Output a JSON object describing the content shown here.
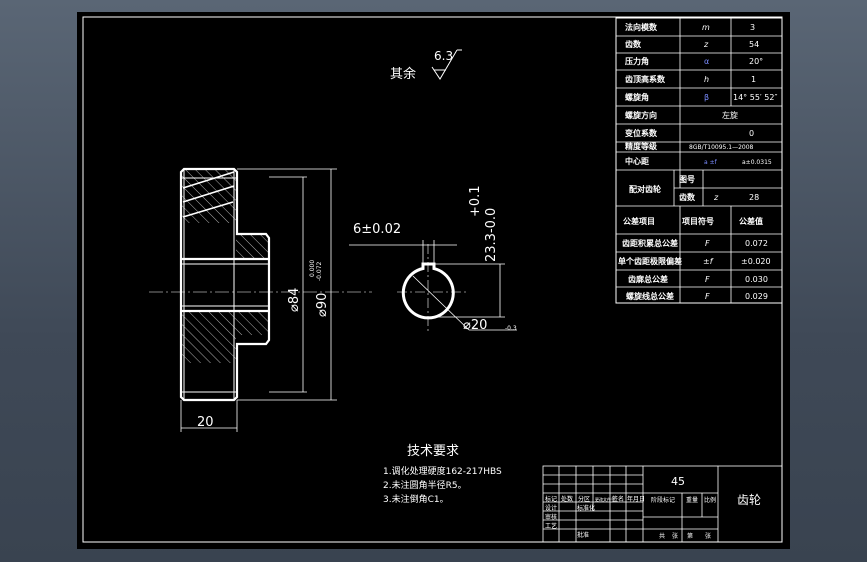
{
  "surface_roughness": {
    "default_label": "其余",
    "value": "6.3"
  },
  "dimensions": {
    "face_width": "20",
    "bore_diameter": "⌀84",
    "tip_diameter": "⌀90",
    "tip_tol_upper": "0.000",
    "tip_tol_lower": "-0.072",
    "keyway_width": "6±0.02",
    "keyway_depth": "23.3-0.0",
    "keyway_depth_tol": "+0.1",
    "shaft_hole": "⌀20",
    "shaft_hole_tol": "-0.3"
  },
  "parameters": [
    {
      "name": "法向模数",
      "symbol": "m",
      "value": "3"
    },
    {
      "name": "齿数",
      "symbol": "z",
      "value": "54"
    },
    {
      "name": "压力角",
      "symbol": "α",
      "value": "20°"
    },
    {
      "name": "齿顶高系数",
      "symbol": "h",
      "value": "1"
    },
    {
      "name": "螺旋角",
      "symbol": "β",
      "value": "14° 55′ 52″"
    },
    {
      "name": "螺旋方向",
      "symbol": "",
      "value": "左旋"
    },
    {
      "name": "变位系数",
      "symbol": "",
      "value": "0"
    },
    {
      "name": "精度等级",
      "symbol": "",
      "value": "8GB/T10095.1—2008"
    },
    {
      "name": "中心距",
      "symbol": "a ±f",
      "value": "a±0.0315"
    }
  ],
  "paired_gear": {
    "label": "配对齿轮",
    "drawing_no_label": "图号",
    "teeth_label": "齿数",
    "teeth_symbol": "z",
    "teeth_value": "28"
  },
  "tolerance_header": {
    "item": "公差项目",
    "code": "项目符号",
    "value": "公差值"
  },
  "tolerances": [
    {
      "name": "齿距积累总公差",
      "symbol": "F",
      "value": "0.072"
    },
    {
      "name": "单个齿距极限偏差",
      "symbol": "±f",
      "value": "±0.020"
    },
    {
      "name": "齿廓总公差",
      "symbol": "F",
      "value": "0.030"
    },
    {
      "name": "螺旋线总公差",
      "symbol": "F",
      "value": "0.029"
    }
  ],
  "tech_requirements": {
    "title": "技术要求",
    "items": [
      "1.调化处理硬度162-217HBS",
      "2.未注圆角半径R5。",
      "3.未注倒角C1。"
    ]
  },
  "title_block": {
    "material": "45",
    "part_name": "齿轮",
    "labels": [
      "标记",
      "处数",
      "分区",
      "更改文件号",
      "签名",
      "年月日",
      "设计",
      "标准化",
      "审核",
      "工艺",
      "批准",
      "阶段标记",
      "重量",
      "比例",
      "共",
      "张",
      "第",
      "张"
    ]
  }
}
